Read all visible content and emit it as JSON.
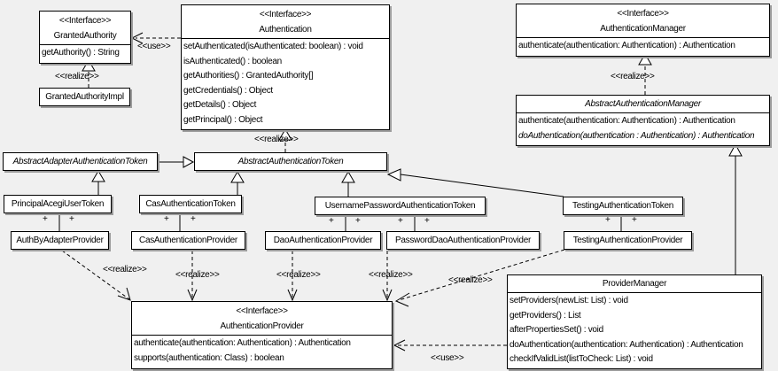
{
  "diagram": {
    "type": "uml-class-diagram",
    "bg_color": "#f0f0f0",
    "box_color": "#ffffff",
    "line_color": "#000000",
    "shadow_color": "#9c9c9c"
  },
  "stereotypes": {
    "interface": "<<Interface>>",
    "realize": "<<realize>>",
    "use": "<<use>>",
    "plus": "+"
  },
  "classes": {
    "granted_authority": {
      "kind": "interface",
      "name": "GrantedAuthority",
      "methods": [
        "getAuthority() : String"
      ]
    },
    "granted_authority_impl": {
      "kind": "class",
      "name": "GrantedAuthorityImpl"
    },
    "authentication": {
      "kind": "interface",
      "name": "Authentication",
      "methods": [
        "setAuthenticated(isAuthenticated: boolean) : void",
        "isAuthenticated() : boolean",
        "getAuthorities() : GrantedAuthority[]",
        "getCredentials() : Object",
        "getDetails() : Object",
        "getPrincipal() : Object"
      ]
    },
    "authentication_manager": {
      "kind": "interface",
      "name": "AuthenticationManager",
      "methods": [
        "authenticate(authentication: Authentication) : Authentication"
      ]
    },
    "abstract_authentication_manager": {
      "kind": "abstract-class",
      "name": "AbstractAuthenticationManager",
      "methods": [
        "authenticate(authentication: Authentication) : Authentication",
        "doAuthentication(authentication : Authentication) : Authentication"
      ]
    },
    "abstract_adapter_authentication_token": {
      "kind": "abstract-class",
      "name": "AbstractAdapterAuthenticationToken"
    },
    "abstract_authentication_token": {
      "kind": "abstract-class",
      "name": "AbstractAuthenticationToken"
    },
    "principal_acegi_user_token": {
      "kind": "class",
      "name": "PrincipalAcegiUserToken"
    },
    "cas_authentication_token": {
      "kind": "class",
      "name": "CasAuthenticationToken"
    },
    "username_password_authentication_token": {
      "kind": "class",
      "name": "UsernamePasswordAuthenticationToken"
    },
    "testing_authentication_token": {
      "kind": "class",
      "name": "TestingAuthenticationToken"
    },
    "auth_by_adapter_provider": {
      "kind": "class",
      "name": "AuthByAdapterProvider"
    },
    "cas_authentication_provider": {
      "kind": "class",
      "name": "CasAuthenticationProvider"
    },
    "dao_authentication_provider": {
      "kind": "class",
      "name": "DaoAuthenticationProvider"
    },
    "password_dao_authentication_provider": {
      "kind": "class",
      "name": "PasswordDaoAuthenticationProvider"
    },
    "testing_authentication_provider": {
      "kind": "class",
      "name": "TestingAuthenticationProvider"
    },
    "authentication_provider": {
      "kind": "interface",
      "name": "AuthenticationProvider",
      "methods": [
        "authenticate(authentication: Authentication) : Authentication",
        "supports(authentication: Class) : boolean"
      ]
    },
    "provider_manager": {
      "kind": "class",
      "name": "ProviderManager",
      "methods": [
        "setProviders(newList: List) : void",
        "getProviders() : List",
        "afterPropertiesSet() : void",
        "doAuthentication(authentication: Authentication) : Authentication",
        "checkIfValidList(listToCheck: List) : void"
      ]
    }
  },
  "relationships": [
    {
      "from": "Authentication",
      "to": "GrantedAuthority",
      "type": "use"
    },
    {
      "from": "GrantedAuthorityImpl",
      "to": "GrantedAuthority",
      "type": "realize"
    },
    {
      "from": "AbstractAuthenticationToken",
      "to": "Authentication",
      "type": "realize"
    },
    {
      "from": "AbstractAuthenticationManager",
      "to": "AuthenticationManager",
      "type": "realize"
    },
    {
      "from": "AbstractAdapterAuthenticationToken",
      "to": "AbstractAuthenticationToken",
      "type": "generalization"
    },
    {
      "from": "PrincipalAcegiUserToken",
      "to": "AbstractAdapterAuthenticationToken",
      "type": "generalization"
    },
    {
      "from": "CasAuthenticationToken",
      "to": "AbstractAuthenticationToken",
      "type": "generalization"
    },
    {
      "from": "UsernamePasswordAuthenticationToken",
      "to": "AbstractAuthenticationToken",
      "type": "generalization"
    },
    {
      "from": "TestingAuthenticationToken",
      "to": "AbstractAuthenticationToken",
      "type": "generalization"
    },
    {
      "from": "ProviderManager",
      "to": "AbstractAuthenticationManager",
      "type": "generalization"
    },
    {
      "from": "PrincipalAcegiUserToken",
      "to": "AuthByAdapterProvider",
      "type": "association"
    },
    {
      "from": "CasAuthenticationToken",
      "to": "CasAuthenticationProvider",
      "type": "association"
    },
    {
      "from": "UsernamePasswordAuthenticationToken",
      "to": "DaoAuthenticationProvider",
      "type": "association"
    },
    {
      "from": "UsernamePasswordAuthenticationToken",
      "to": "PasswordDaoAuthenticationProvider",
      "type": "association"
    },
    {
      "from": "TestingAuthenticationToken",
      "to": "TestingAuthenticationProvider",
      "type": "association"
    },
    {
      "from": "AuthByAdapterProvider",
      "to": "AuthenticationProvider",
      "type": "realize"
    },
    {
      "from": "CasAuthenticationProvider",
      "to": "AuthenticationProvider",
      "type": "realize"
    },
    {
      "from": "DaoAuthenticationProvider",
      "to": "AuthenticationProvider",
      "type": "realize"
    },
    {
      "from": "PasswordDaoAuthenticationProvider",
      "to": "AuthenticationProvider",
      "type": "realize"
    },
    {
      "from": "TestingAuthenticationProvider",
      "to": "AuthenticationProvider",
      "type": "realize"
    },
    {
      "from": "ProviderManager",
      "to": "AuthenticationProvider",
      "type": "use"
    }
  ]
}
